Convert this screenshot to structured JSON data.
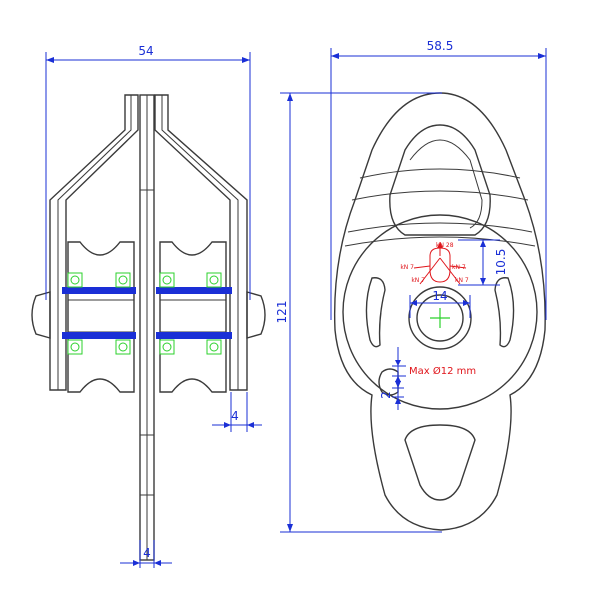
{
  "dimensions": {
    "side_width": "54",
    "front_width": "58.5",
    "height": "121",
    "side_plate_thickness": "4",
    "center_plate_thickness": "4",
    "center_offset": "10.5",
    "hole_diameter": "14",
    "gap": "2",
    "max_rope": "Max Ø12 mm"
  },
  "strength_labels": {
    "top": "kN 28",
    "left": "kN 7",
    "right": "kN 7",
    "lower_left": "kN 7",
    "lower_right": "kN 7"
  },
  "colors": {
    "dimension": "#1a2fd6",
    "load": "#e0151b",
    "bearing": "#2bd12b",
    "axle": "#1a2fd6"
  }
}
